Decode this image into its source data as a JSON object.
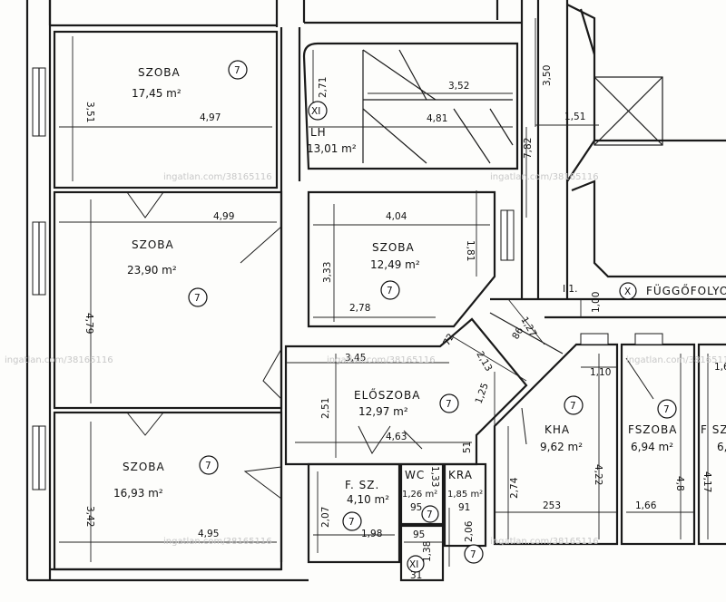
{
  "rooms": [
    {
      "key": "r1",
      "name": "SZOBA",
      "area": "17,45 m²"
    },
    {
      "key": "r2",
      "name": "SZOBA",
      "area": "23,90 m²"
    },
    {
      "key": "r3",
      "name": "SZOBA",
      "area": "16,93 m²"
    },
    {
      "key": "r4",
      "name": "SZOBA",
      "area": "12,49 m²"
    },
    {
      "key": "lh",
      "name": "LH",
      "area": "13,01 m²"
    },
    {
      "key": "elo",
      "name": "ELŐSZOBA",
      "area": "12,97 m²"
    },
    {
      "key": "fsz",
      "name": "F. SZ.",
      "area": "4,10 m²"
    },
    {
      "key": "wc",
      "name": "WC",
      "area": "1,26 m²"
    },
    {
      "key": "kra",
      "name": "KRA",
      "area": "1,85 m²"
    },
    {
      "key": "kha",
      "name": "KHA",
      "area": "9,62 m²"
    },
    {
      "key": "fszoba",
      "name": "FSZOBA",
      "area": "6,94 m²"
    },
    {
      "key": "fsz2",
      "name": "F SZ",
      "area": "6,"
    }
  ],
  "markers": {
    "circle7": "7",
    "x1": "XI",
    "x": "X"
  },
  "labels": {
    "corridor": "FÜGGŐFOLYO",
    "corridor_code": "I.1."
  },
  "dimensions": {
    "d351": "3,51",
    "d497": "4,97",
    "d271": "2,71",
    "d352": "3,52",
    "d350": "3,50",
    "d481": "4,81",
    "d151": "1,51",
    "d782": "7,82",
    "d499": "4,99",
    "d404": "4,04",
    "d181": "1,81",
    "d333": "3,33",
    "d278": "2,78",
    "d479": "4,79",
    "d100": "1,00",
    "d127": "1,27",
    "d86": "86",
    "d72": "72",
    "d213": "2,13",
    "d345": "3,45",
    "d110": "1,10",
    "d251": "2,51",
    "d125": "1,25",
    "d463": "4,63",
    "d51": "51",
    "d342": "3,42",
    "d495": "4,95",
    "d207": "2,07",
    "d198": "1,98",
    "d133": "1,33",
    "d95a": "95",
    "d91": "91",
    "d274": "2,74",
    "d422": "4,22",
    "d253": "253",
    "d48": "4,8",
    "d166": "1,66",
    "d417": "4,17",
    "d206": "2,06",
    "d95b": "95",
    "d31": "31",
    "d138": "1,38",
    "d16": "1,6"
  },
  "watermark": "ingatlan.com/38165116"
}
